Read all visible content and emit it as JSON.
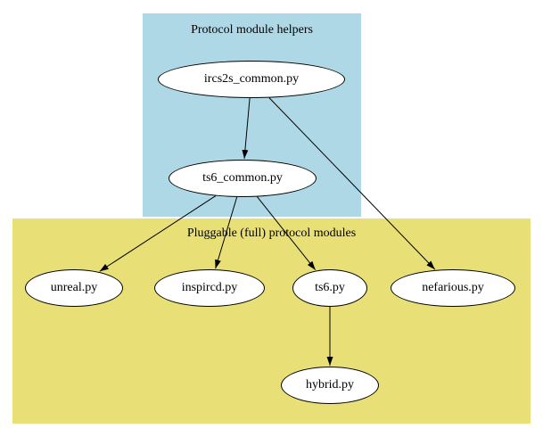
{
  "diagram": {
    "clusters": [
      {
        "id": "helpers",
        "label": "Protocol module helpers",
        "color": "#aed8e6"
      },
      {
        "id": "protocols",
        "label": "Pluggable (full) protocol modules",
        "color": "#e8e077"
      }
    ],
    "nodes": [
      {
        "id": "ircs2s_common",
        "label": "ircs2s_common.py"
      },
      {
        "id": "ts6_common",
        "label": "ts6_common.py"
      },
      {
        "id": "unreal",
        "label": "unreal.py"
      },
      {
        "id": "inspircd",
        "label": "inspircd.py"
      },
      {
        "id": "ts6",
        "label": "ts6.py"
      },
      {
        "id": "nefarious",
        "label": "nefarious.py"
      },
      {
        "id": "hybrid",
        "label": "hybrid.py"
      }
    ],
    "edges": [
      {
        "from": "ircs2s_common",
        "to": "ts6_common"
      },
      {
        "from": "ircs2s_common",
        "to": "nefarious"
      },
      {
        "from": "ts6_common",
        "to": "unreal"
      },
      {
        "from": "ts6_common",
        "to": "inspircd"
      },
      {
        "from": "ts6_common",
        "to": "ts6"
      },
      {
        "from": "ts6",
        "to": "hybrid"
      }
    ],
    "edge_color": "#000000",
    "node_fill": "#ffffff",
    "node_border": "#000000"
  }
}
